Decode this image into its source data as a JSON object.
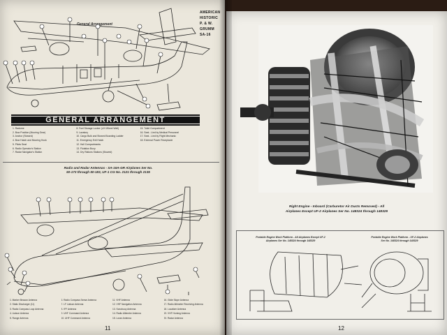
{
  "left_page": {
    "ga_caption": "General Arrangement",
    "ga_banner": "GENERAL ARRANGEMENT",
    "ga_legend": [
      "1. Radome",
      "2. Bow Position (Mooring Gear)",
      "3. Anchor (Stowed)",
      "4. Bow Hatch and Mooring Hook",
      "5. Pilots Seat",
      "6. Radio Operator's Station",
      "7. Radar Navigator's Station",
      "8. Fuel Storage Locker (L/H Wheel Well)",
      "9. Lavatory",
      "10. Cargo Bulk and Stowed Boarding Ladder",
      "11. Emergency Exit Hatch",
      "12. Hull Compartments",
      "13. Flotation Buoy",
      "14. Dry Rations Stations (Stowed)",
      "15. Toilet Compartment",
      "16. Seat - Lied by Medical Personnel",
      "17. Seat - Lied by Flight Mechanic",
      "18. External Power Receptacle"
    ],
    "antenna_caption": [
      "Radio and Radar Antennas - SA-16A-GR Airplanes Ser No.",
      "50-173 through 50-183, UF-1 CG No. 2121 through 2135"
    ],
    "antenna_legend": [
      "1. Marker Beacon Antenna",
      "2. Static Discharger (11)",
      "3. Radio Compass Loop Antenna",
      "4. Liaison Antenna",
      "5. Range Antenna",
      "6. Radio Compass Sense Antenna",
      "7. LF Liaison Antenna",
      "8. IFF Antenna",
      "9. UHF Command Antenna",
      "10. UHF Command Antenna",
      "11. VHF Antenna",
      "12. VHF Navigation Antenna",
      "13. Sonobuoy Antenna",
      "14. Radio Altimeter Antenna",
      "15. Loran Antenna",
      "16. Glide Slope Antenna",
      "17. Radio Altimeter Receiving Antenna",
      "18. Localizer Antenna",
      "19. VHF Homing Antenna",
      "20. Radar Antenna"
    ],
    "page_number": "11"
  },
  "right_page": {
    "side_title": [
      "AMERICAN",
      "HISTORIC",
      "P. & W.",
      "GRUMM",
      "SA-16"
    ],
    "engine_caption": [
      "Right Engine - Inboard (Carburetor Air Ducts Removed) - All",
      "Airplanes Except UF-2 Airplanes Ser No. 148324 through 148329"
    ],
    "fig_left_caption": [
      "Portable Engine Work Platform - All Airplanes Except UF-2",
      "Airplanes Ser No. 148324 through 148329"
    ],
    "fig_right_caption": [
      "Portable Engine Work Platform - UF-2 Airplanes",
      "Ser No. 148324 through 148329"
    ],
    "page_number": "12"
  },
  "colors": {
    "background": "#2b1c14",
    "paper": "#eeebe3",
    "ink": "#111111"
  }
}
